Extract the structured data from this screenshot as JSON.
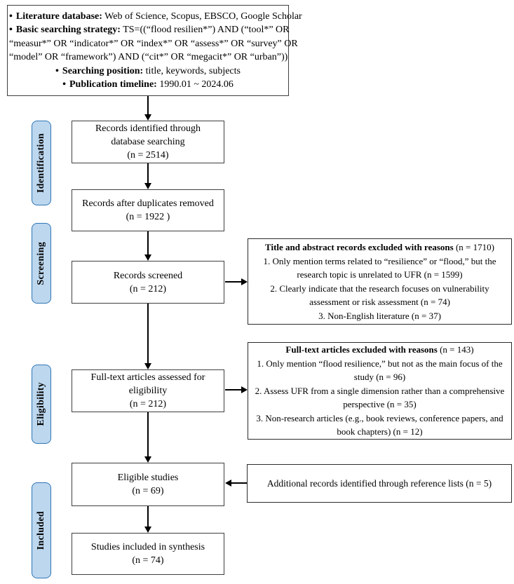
{
  "colors": {
    "bg": "#FFFFFF",
    "text": "#000000",
    "box-border": "#3F3F3F",
    "side-border": "#2B2B2B",
    "stage-fill": "#BDD7EE",
    "stage-border": "#2E75B6",
    "arrow": "#000000"
  },
  "top_box": {
    "lines": [
      {
        "bullet": "•",
        "bold": "Literature database:",
        "text": " Web of Science, Scopus, EBSCO, Google Scholar"
      },
      {
        "bullet": "•",
        "bold": "Basic searching strategy:",
        "text": " TS=((“flood resilien*”) AND (“tool*” OR"
      },
      {
        "bullet": "",
        "bold": "",
        "text": "“measur*” OR “indicator*” OR “index*” OR “assess*” OR “survey” OR"
      },
      {
        "bullet": "",
        "bold": "",
        "text": "“model” OR “framework”) AND (“cit*” OR “megacit*” OR “urban”))"
      },
      {
        "bullet": "•",
        "bold": "Searching position:",
        "text": " title, keywords, subjects"
      },
      {
        "bullet": "•",
        "bold": "Publication timeline:",
        "text": " 1990.01 ~ 2024.06"
      }
    ]
  },
  "stages": [
    {
      "label": "Identification"
    },
    {
      "label": "Screening"
    },
    {
      "label": "Eligibility"
    },
    {
      "label": "Included"
    }
  ],
  "flow_boxes": [
    {
      "lines": [
        "Records identified through",
        "database searching",
        "(n = 2514)"
      ]
    },
    {
      "lines": [
        "Records after duplicates removed",
        "(n = 1922 )"
      ]
    },
    {
      "lines": [
        "Records screened",
        "(n = 212)"
      ]
    },
    {
      "lines": [
        "Full-text articles assessed for",
        "eligibility",
        "(n = 212)"
      ]
    },
    {
      "lines": [
        "Eligible studies",
        "(n = 69)"
      ]
    },
    {
      "lines": [
        "Studies included in synthesis",
        "(n = 74)"
      ]
    }
  ],
  "side_boxes": [
    {
      "title_bold": "Title and abstract records excluded with reasons",
      "title_rest": " (n = 1710)",
      "items": [
        "1. Only mention terms related to “resilience” or “flood,” but the research topic is unrelated to UFR (n = 1599)",
        "2. Clearly indicate that the research focuses on vulnerability assessment or risk assessment (n = 74)",
        "3. Non-English literature (n = 37)"
      ]
    },
    {
      "title_bold": "Full-text articles excluded with reasons",
      "title_rest": " (n = 143)",
      "items": [
        "1. Only mention “flood resilience,” but not as the main focus of the study (n = 96)",
        "2. Assess UFR from a single dimension rather than a comprehensive perspective (n = 35)",
        "3. Non-research articles (e.g., book reviews, conference papers, and book chapters) (n = 12)"
      ]
    },
    {
      "text": "Additional records identified through reference lists (n = 5)"
    }
  ]
}
